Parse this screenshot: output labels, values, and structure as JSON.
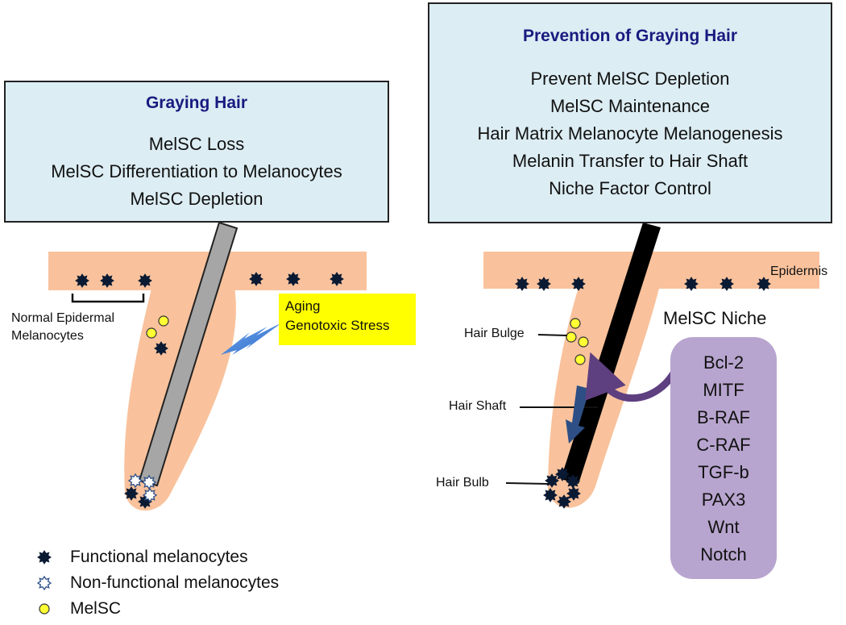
{
  "left_panel": {
    "title": "Graying Hair",
    "lines": [
      "MelSC Loss",
      "MelSC Differentiation to Melanocytes",
      "MelSC Depletion"
    ],
    "stress_lines": [
      "Aging",
      "Genotoxic Stress"
    ],
    "epidermal_label_lines": [
      "Normal Epidermal",
      "Melanocytes"
    ]
  },
  "right_panel": {
    "title": "Prevention of Graying Hair",
    "lines": [
      "Prevent MelSC Depletion",
      "MelSC Maintenance",
      "Hair Matrix Melanocyte Melanogenesis",
      "Melanin Transfer to Hair Shaft",
      "Niche Factor Control"
    ],
    "labels": {
      "epidermis": "Epidermis",
      "hair_bulge": "Hair Bulge",
      "hair_shaft": "Hair Shaft",
      "hair_bulb": "Hair Bulb"
    },
    "niche_title": "MelSC Niche",
    "niche_factors": [
      "Bcl-2",
      "MITF",
      "B-RAF",
      "C-RAF",
      "TGF-b",
      "PAX3",
      "Wnt",
      "Notch"
    ]
  },
  "legend": [
    {
      "icon": "functional-melanocyte-icon",
      "label": "Functional melanocytes"
    },
    {
      "icon": "non-functional-melanocyte-icon",
      "label": "Non-functional melanocytes"
    },
    {
      "icon": "melsc-icon",
      "label": "MelSC"
    }
  ],
  "colors": {
    "skin": "#f9c29c",
    "box_fill": "#dcedf3",
    "title_text": "#1a1a80",
    "stress_box": "#ffff00",
    "niche_box": "#b8a5cf",
    "melsc": "#ffff33",
    "gray_shaft": "#a6a6a6",
    "black_shaft": "#000000",
    "arrow_blue": "#2d4f86",
    "curved_arrow": "#5e3f80"
  }
}
